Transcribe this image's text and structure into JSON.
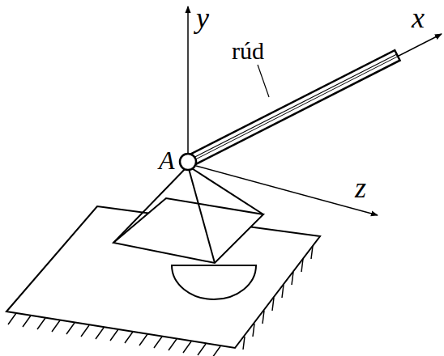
{
  "diagram": {
    "labels": [
      "y",
      "x",
      "rúd",
      "A",
      "z"
    ]
  }
}
